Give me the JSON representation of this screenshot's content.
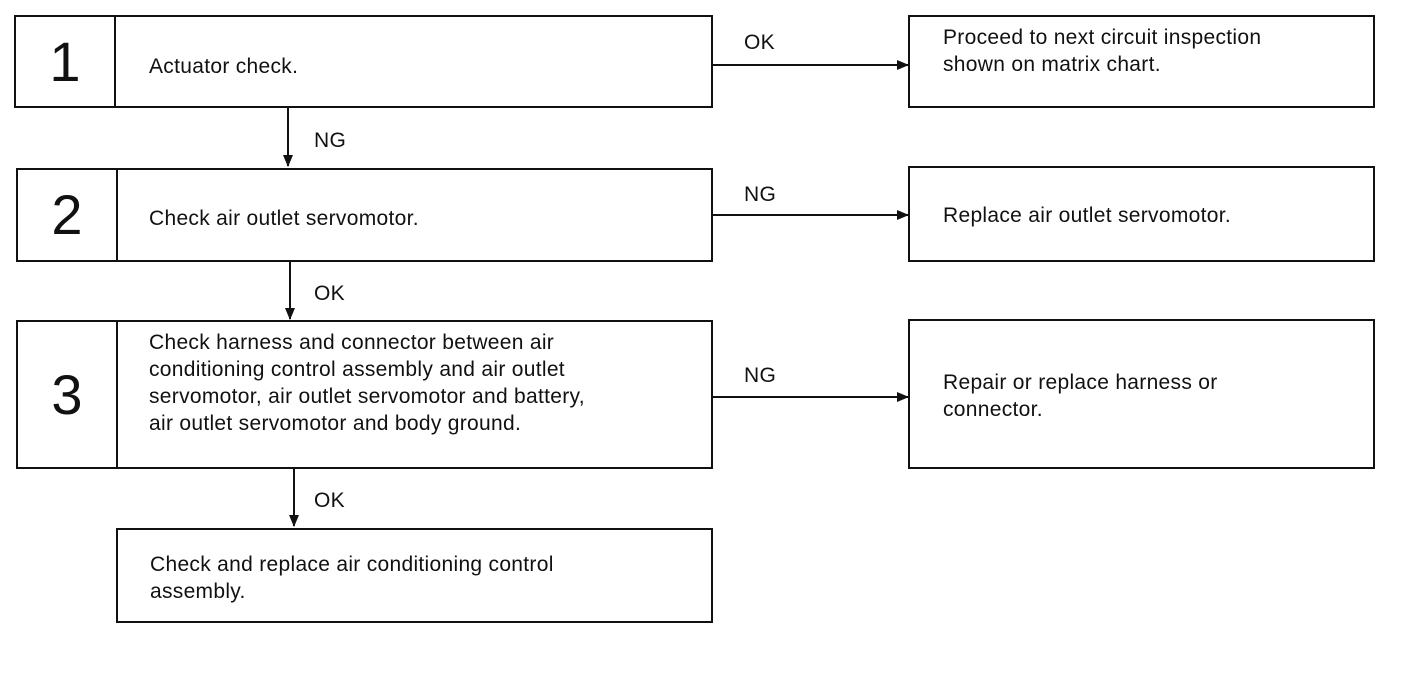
{
  "steps": [
    {
      "number": "1",
      "text": "Actuator check.",
      "result_label": "OK",
      "result_text": "Proceed to next circuit inspection\nshown on matrix chart."
    },
    {
      "number": "2",
      "text": "Check air outlet servomotor.",
      "result_label": "NG",
      "result_text": "Replace air outlet servomotor."
    },
    {
      "number": "3",
      "text": "Check harness and connector between air\nconditioning control assembly and air outlet\nservomotor, air outlet servomotor and battery,\nair outlet servomotor and body ground.",
      "result_label": "NG",
      "result_text": "Repair or replace harness or\nconnector."
    }
  ],
  "connectors": {
    "c1_2": "NG",
    "c2_3": "OK",
    "c3_4": "OK"
  },
  "final_step": {
    "text": "Check and replace air conditioning control\nassembly."
  },
  "colors": {
    "line": "#111111",
    "background": "#ffffff"
  }
}
